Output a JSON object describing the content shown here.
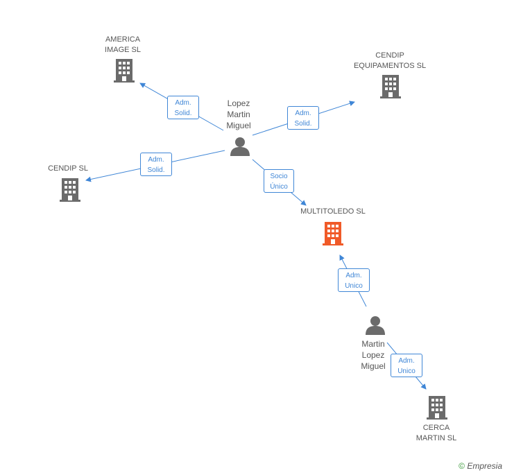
{
  "nodes": {
    "america_image": "AMERICA\nIMAGE SL",
    "cendip_equipamientos": "CENDIP\nEQUIPAMENTOS SL",
    "cendip": "CENDIP SL",
    "multitoledo": "MULTITOLEDO SL",
    "cerca_martin": "CERCA\nMARTIN SL",
    "lopez_martin_miguel": "Lopez\nMartin\nMiguel",
    "martin_lopez_miguel": "Martin\nLopez\nMiguel"
  },
  "edges": {
    "e1": "Adm.\nSolid.",
    "e2": "Adm.\nSolid.",
    "e3": "Adm.\nSolid.",
    "e4": "Socio\nÚnico",
    "e5": "Adm.\nUnico",
    "e6": "Adm.\nUnico"
  },
  "colors": {
    "edge": "#3f86d6",
    "company": "#6b6b6b",
    "highlight": "#f05a28",
    "person": "#6b6b6b"
  },
  "footer": {
    "copyright": "©",
    "brand": "Empresia"
  }
}
